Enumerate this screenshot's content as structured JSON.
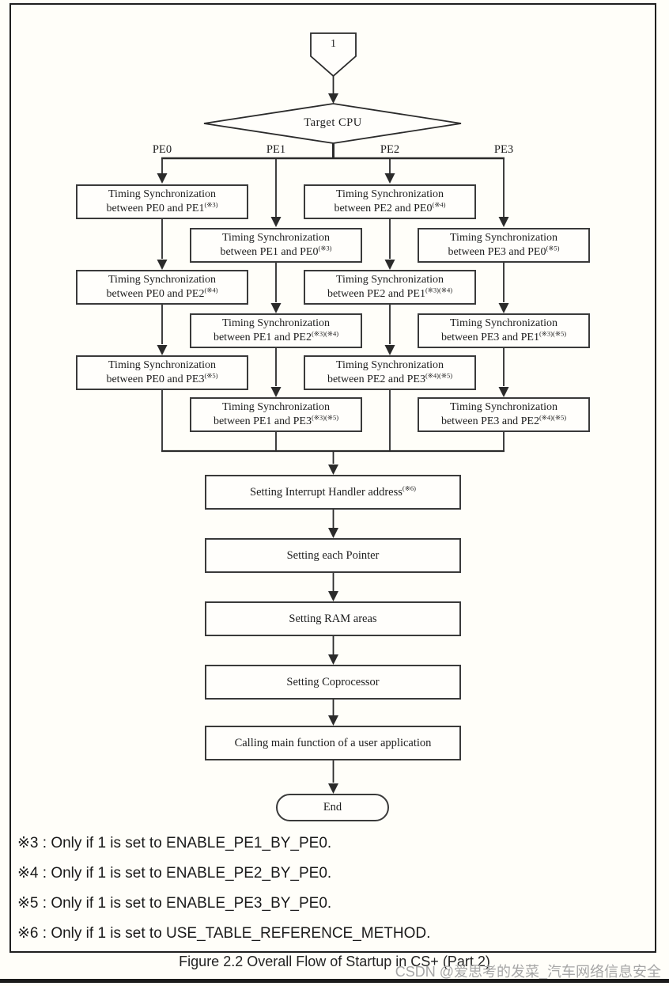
{
  "figure": {
    "connector_label": "1",
    "decision_label": "Target CPU",
    "branches": [
      "PE0",
      "PE1",
      "PE2",
      "PE3"
    ],
    "sync_boxes": [
      {
        "title": "Timing Synchronization",
        "line2": "between PE0 and PE1",
        "sup": "(※3)"
      },
      {
        "title": "Timing Synchronization",
        "line2": "between PE2 and PE0",
        "sup": "(※4)"
      },
      {
        "title": "Timing Synchronization",
        "line2": "between PE1 and PE0",
        "sup": "(※3)"
      },
      {
        "title": "Timing Synchronization",
        "line2": "between PE3 and PE0",
        "sup": "(※5)"
      },
      {
        "title": "Timing Synchronization",
        "line2": "between PE0 and PE2",
        "sup": "(※4)"
      },
      {
        "title": "Timing Synchronization",
        "line2": "between PE2 and PE1",
        "sup": "(※3)(※4)"
      },
      {
        "title": "Timing Synchronization",
        "line2": "between PE1 and PE2",
        "sup": "(※3)(※4)"
      },
      {
        "title": "Timing Synchronization",
        "line2": "between PE3 and PE1",
        "sup": "(※3)(※5)"
      },
      {
        "title": "Timing Synchronization",
        "line2": "between PE0 and PE3",
        "sup": "(※5)"
      },
      {
        "title": "Timing Synchronization",
        "line2": "between PE2 and PE3",
        "sup": "(※4)(※5)"
      },
      {
        "title": "Timing Synchronization",
        "line2": "between PE1 and PE3",
        "sup": "(※3)(※5)"
      },
      {
        "title": "Timing Synchronization",
        "line2": "between PE3 and PE2",
        "sup": "(※4)(※5)"
      }
    ],
    "sequence_boxes": [
      {
        "label": "Setting Interrupt Handler address",
        "sup": "(※6)"
      },
      {
        "label": "Setting each Pointer",
        "sup": ""
      },
      {
        "label": "Setting RAM areas",
        "sup": ""
      },
      {
        "label": "Setting Coprocessor",
        "sup": ""
      },
      {
        "label": "Calling main function of a user application",
        "sup": ""
      }
    ],
    "end_label": "End"
  },
  "notes": [
    "※3 : Only if 1 is set to ENABLE_PE1_BY_PE0.",
    "※4 : Only if 1 is set to ENABLE_PE2_BY_PE0.",
    "※5 : Only if 1 is set to ENABLE_PE3_BY_PE0.",
    "※6 : Only if 1 is set to USE_TABLE_REFERENCE_METHOD."
  ],
  "caption": "Figure 2.2 Overall Flow of Startup in CS+ (Part 2)",
  "watermark": "CSDN @爱思考的发菜_汽车网络信息安全",
  "colors": {
    "line": "#2b2b2b",
    "border": "#1f1f1f",
    "watermark": "#a6a6a6",
    "background": "#fffef9"
  }
}
